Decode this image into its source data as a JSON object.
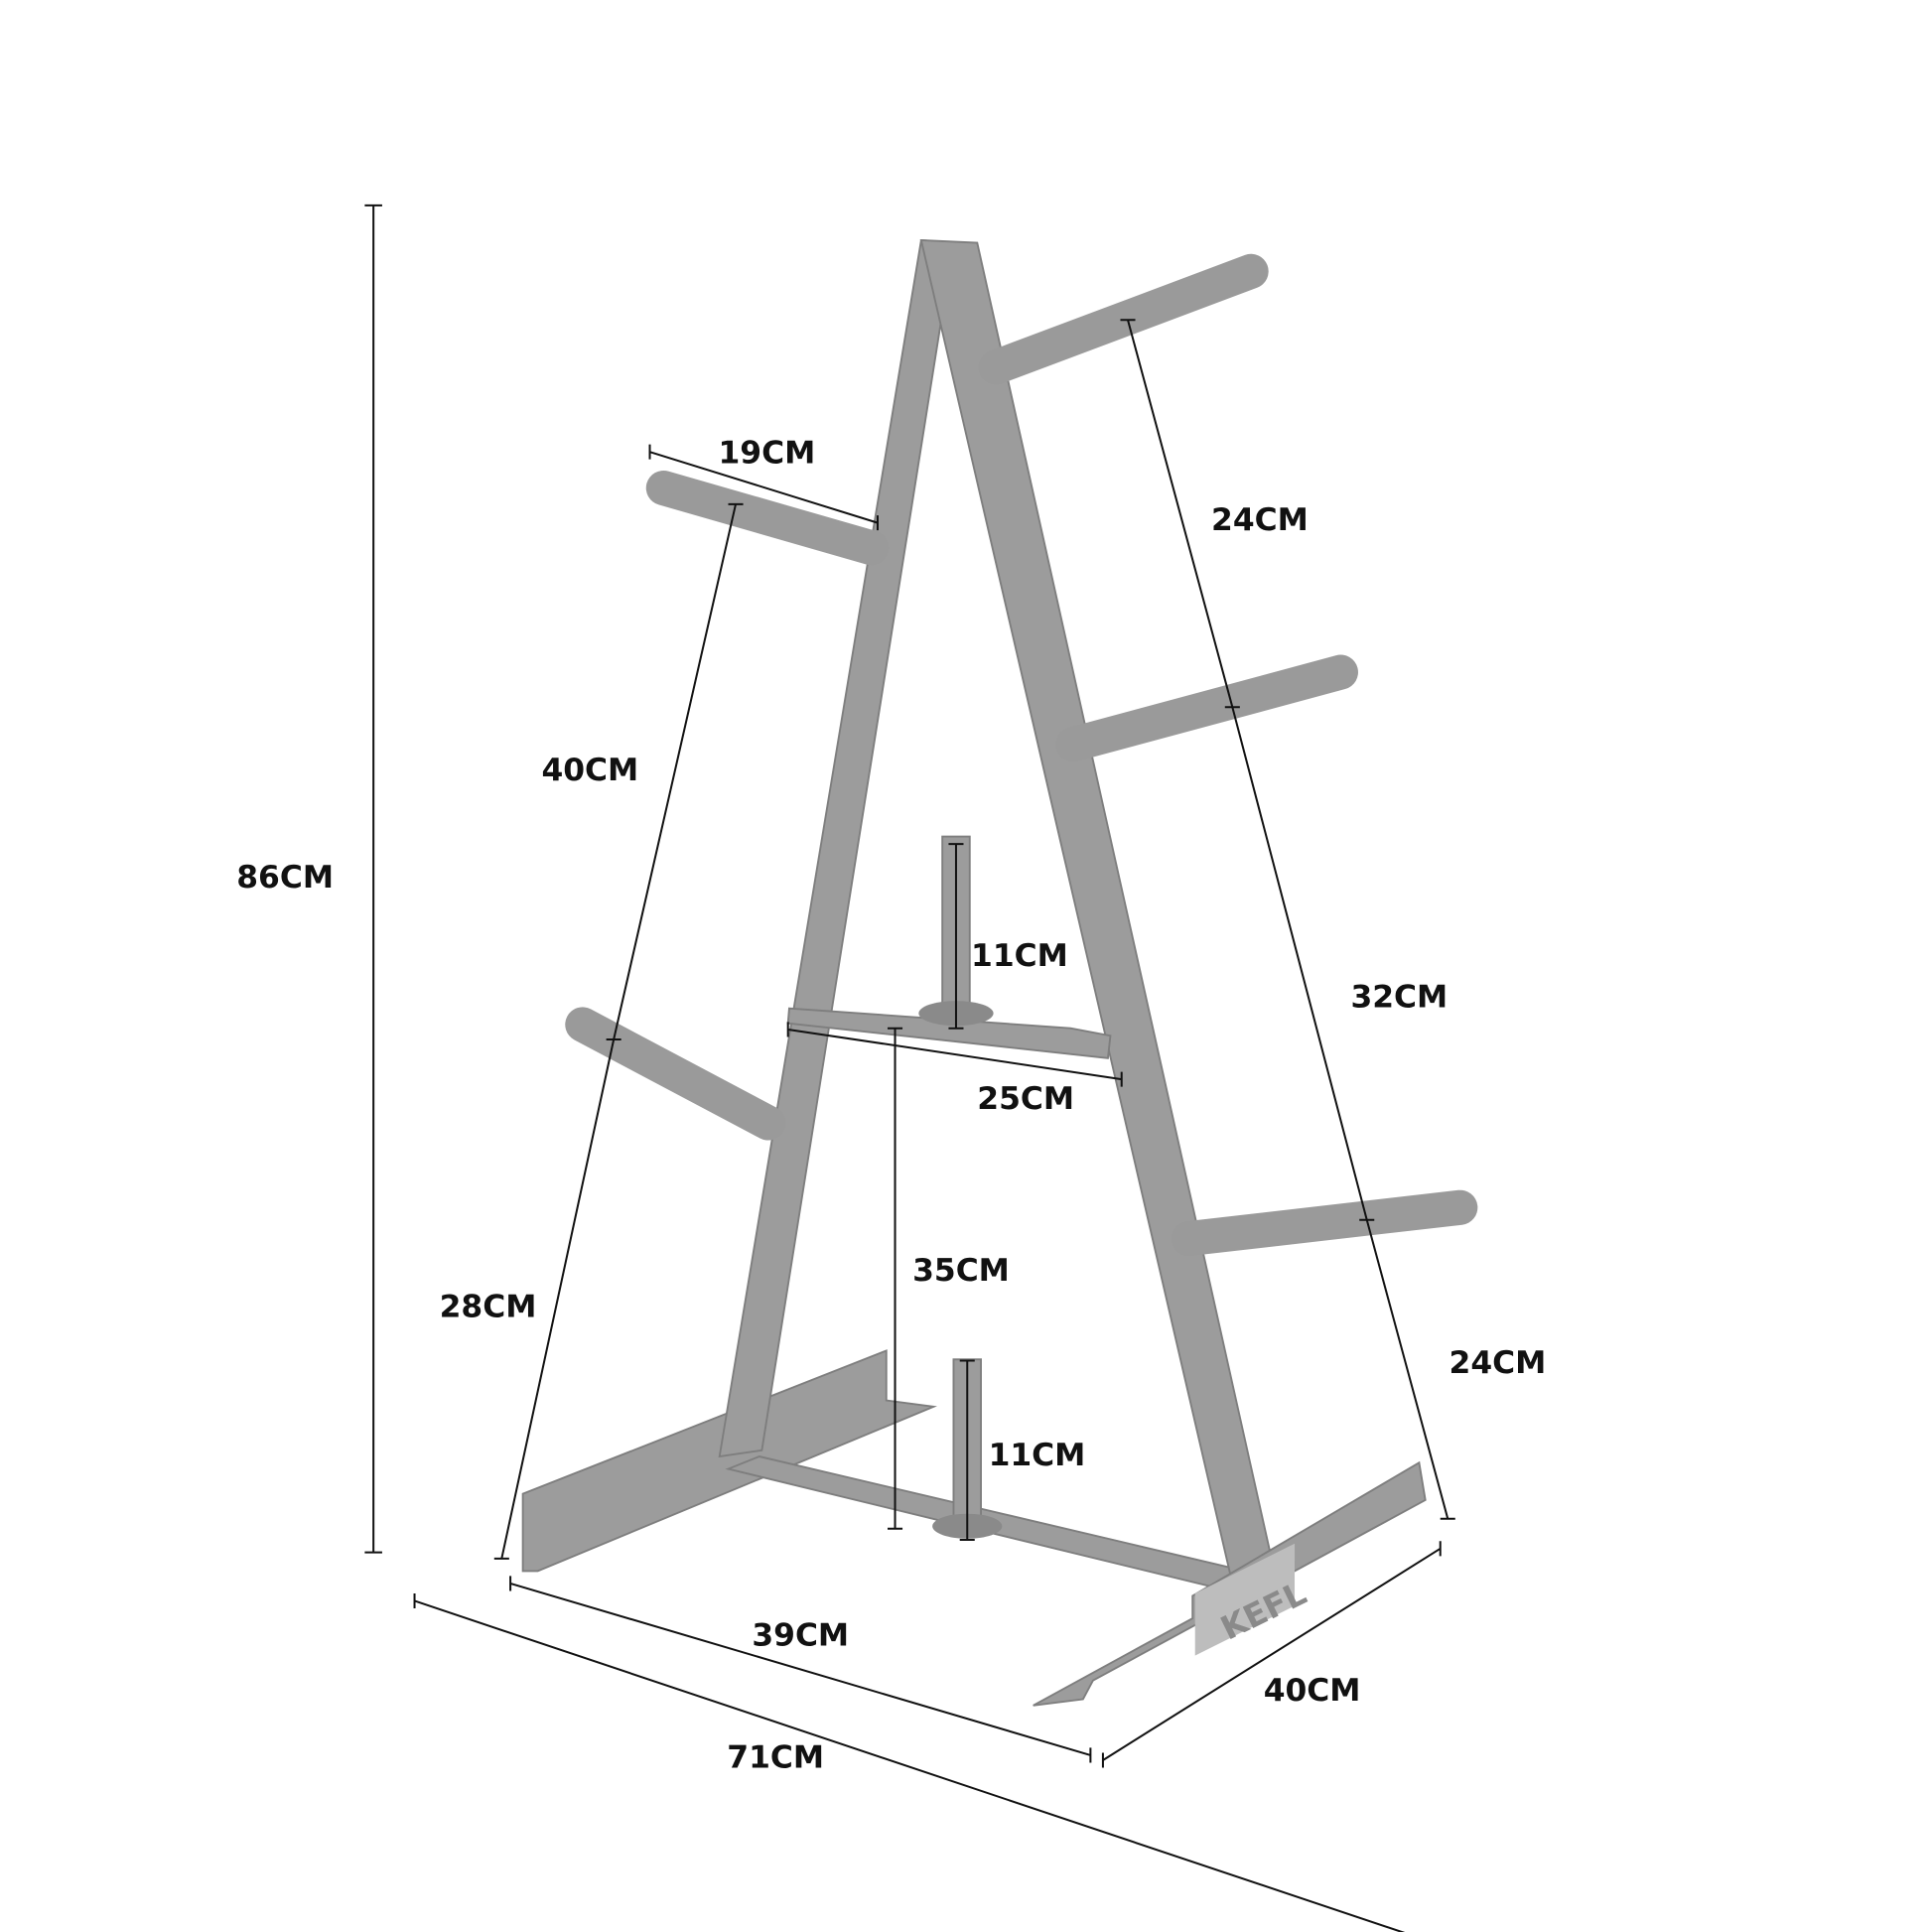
{
  "brand_logo": "KEFL",
  "colors": {
    "rack": "#9c9c9c",
    "dimension_lines": "#111111",
    "background": "#ffffff"
  },
  "dimensions": {
    "total_height": "86CM",
    "peg_length": "19CM",
    "left_upper_span": "40CM",
    "left_lower_span": "28CM",
    "right_top_span": "24CM",
    "right_middle_span": "32CM",
    "right_bottom_span": "24CM",
    "upper_post_height": "11CM",
    "crossbar_width": "25CM",
    "crossbar_height": "35CM",
    "lower_post_height": "11CM",
    "base_depth": "39CM",
    "base_width": "40CM",
    "total_length": "71CM"
  }
}
